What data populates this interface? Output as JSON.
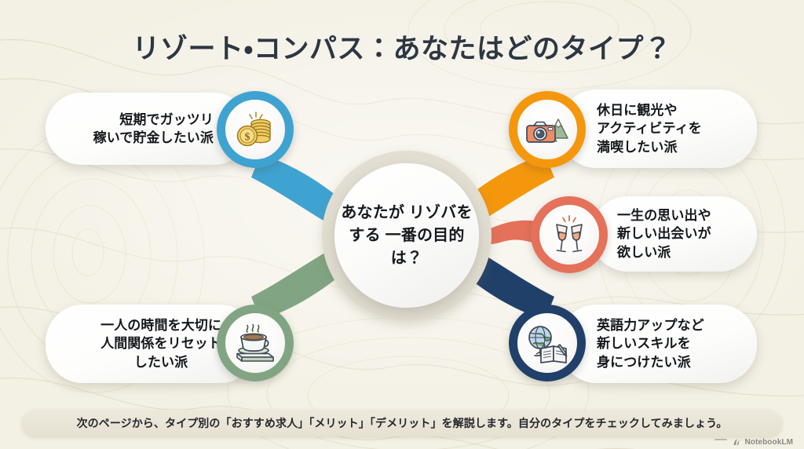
{
  "page": {
    "title": "リゾート・コンパス：あなたはどのタイプ？",
    "background_color": "#F3F0E4"
  },
  "hub": {
    "text": "あなたが\nリゾバをする\n一番の目的は？",
    "halo_color": "#E4E0D4"
  },
  "branches": [
    {
      "id": "money",
      "label": "短期でガッツリ\n稼いで貯金したい派",
      "color": "#3FA3D1",
      "icon": "coins-icon",
      "position": "top-left"
    },
    {
      "id": "sightseeing",
      "label": "休日に観光や\nアクティビティを\n満喫したい派",
      "color": "#F4970C",
      "icon": "camera-mountain-icon",
      "position": "top-right"
    },
    {
      "id": "memories",
      "label": "一生の思い出や\n新しい出会いが\n欲しい派",
      "color": "#E5715A",
      "icon": "champagne-toast-icon",
      "position": "middle-right"
    },
    {
      "id": "skills",
      "label": "英語力アップなど\n新しいスキルを\n身につけたい派",
      "color": "#20406A",
      "icon": "globe-book-icon",
      "position": "bottom-right"
    },
    {
      "id": "solitude",
      "label": "一人の時間を大切に\n人間関係をリセット\nしたい派",
      "color": "#81A582",
      "icon": "coffee-book-icon",
      "position": "bottom-left"
    }
  ],
  "footer": {
    "text": "次のページから、タイプ別の「おすすめ求人」「メリット」「デメリット」を解説します。自分のタイプをチェックしてみましょう。",
    "watermark": "NotebookLM"
  }
}
